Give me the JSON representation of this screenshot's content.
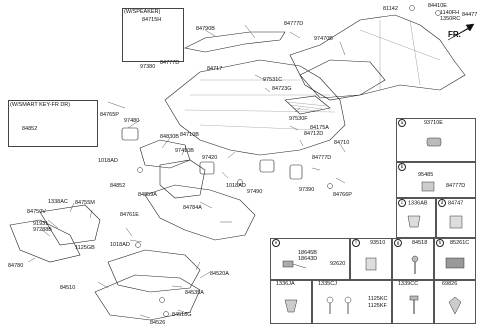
{
  "diagram": {
    "speaker_box_title": "(W/SPEAKER)",
    "smartkey_box_title": "(W/SMART KEY-FR DR)",
    "direction_label": "FR.",
    "callouts": {
      "c84715H": "84715H",
      "c84790B": "84790B",
      "c84777D_top": "84777D",
      "c97470B": "97470B",
      "c81142": "81142",
      "c84410E": "84410E",
      "c1140FH": "1140FH",
      "c1350RC": "1350RC",
      "c84477": "84477",
      "c97380": "97380",
      "c84777D_mid": "84777D",
      "c84717": "84717",
      "c97531C": "97531C",
      "c84723G": "84723G",
      "c84765P": "84765P",
      "c84852_box": "84852",
      "c97480": "97480",
      "c84830B": "84830B",
      "c97530F": "97530F",
      "c84175A": "84175A",
      "c84712D": "84712D",
      "c84710B": "84710B",
      "c84710": "84710",
      "c1018AD_a": "1018AD",
      "c97410B": "97410B",
      "c97420": "97420",
      "c84777D_low": "84777D",
      "c84852": "84852",
      "c1018AD_b": "1018AD",
      "c97490": "97490",
      "c97390": "97390",
      "c84766P": "84766P",
      "c84859A": "84859A",
      "c1338AC": "1338AC",
      "c84755M": "84755M",
      "c84750V": "84750V",
      "c84761E": "84761E",
      "c84784A": "84784A",
      "c91931": "91931",
      "c97288B": "97288B",
      "c1125GB": "1125GB",
      "c1018AD_c": "1018AD",
      "c84780": "84780",
      "c84520A": "84520A",
      "c84510": "84510",
      "c84535A": "84535A",
      "c84518G": "84518G",
      "c84526": "84526"
    },
    "legend": {
      "a_code": "a",
      "a_part": "93710E",
      "b_code": "b",
      "b_parts": [
        "95485",
        "84777D"
      ],
      "c_code": "c",
      "c_part": "1336AB",
      "d_code": "d",
      "d_part": "84747",
      "e_code": "e",
      "e_parts": [
        "18645B",
        "18643D",
        "92620"
      ],
      "f_code": "f",
      "f_part": "93510",
      "g_code": "g",
      "g_part": "84518",
      "h_code": "h",
      "h_part": "85261C",
      "r4": [
        "1336JA",
        "1335CJ",
        "1339CC",
        "69826"
      ],
      "r4_sub": [
        "1125KC",
        "1125KF"
      ]
    }
  }
}
